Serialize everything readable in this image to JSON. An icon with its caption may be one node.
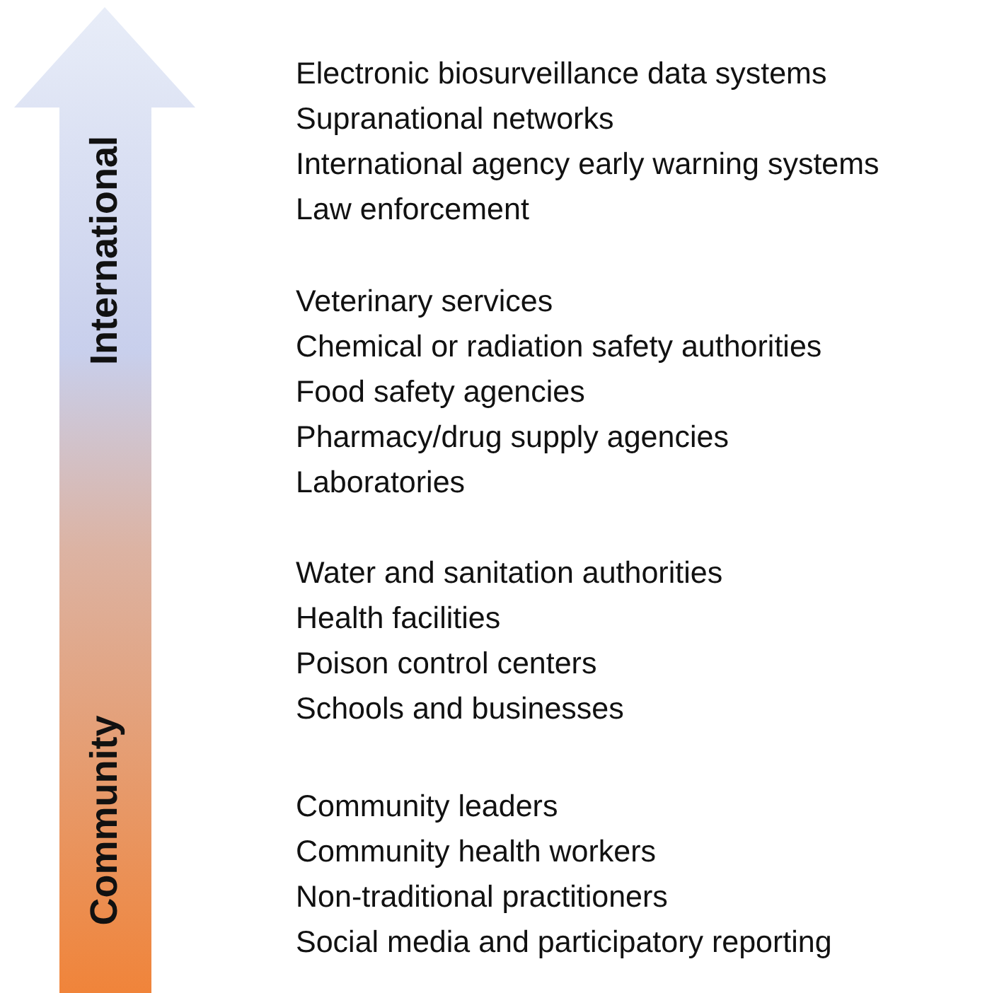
{
  "diagram": {
    "labels": [
      "International",
      "Community",
      "Electronic biosurveillance data systems",
      "Supranational networks",
      "International agency early warning systems",
      "Law enforcement",
      "Veterinary services",
      "Chemical or radiation safety authorities",
      "Food safety agencies",
      "Pharmacy/drug supply agencies",
      "Laboratories",
      "Water and sanitation authorities",
      "Health facilities",
      "Poison control centers",
      "Schools and businesses",
      "Community leaders",
      "Community health workers",
      "Non-traditional practitioners",
      "Social media and participatory reporting"
    ]
  }
}
